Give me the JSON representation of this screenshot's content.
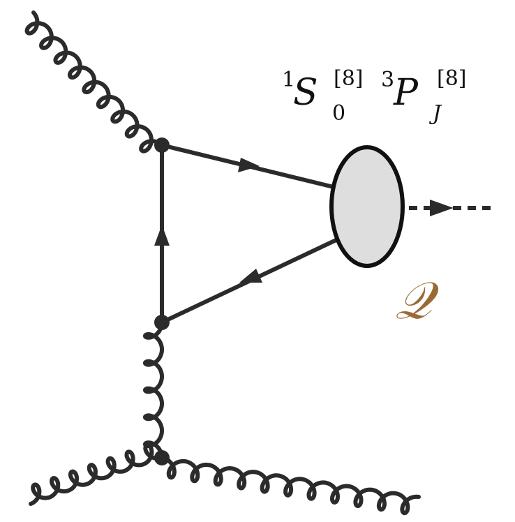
{
  "labels": {
    "state1": {
      "pre": "1",
      "letter": "S",
      "sub": "0",
      "sup": "[8]"
    },
    "state2": {
      "pre": "3",
      "letter": "P",
      "sub": "J",
      "sup": "[8]"
    },
    "bound_state": "𝒬"
  },
  "colors": {
    "line": "#2b2b2b",
    "blob_fill": "#dedede",
    "blob_stroke": "#111111",
    "q_color": "#9a6a34"
  }
}
